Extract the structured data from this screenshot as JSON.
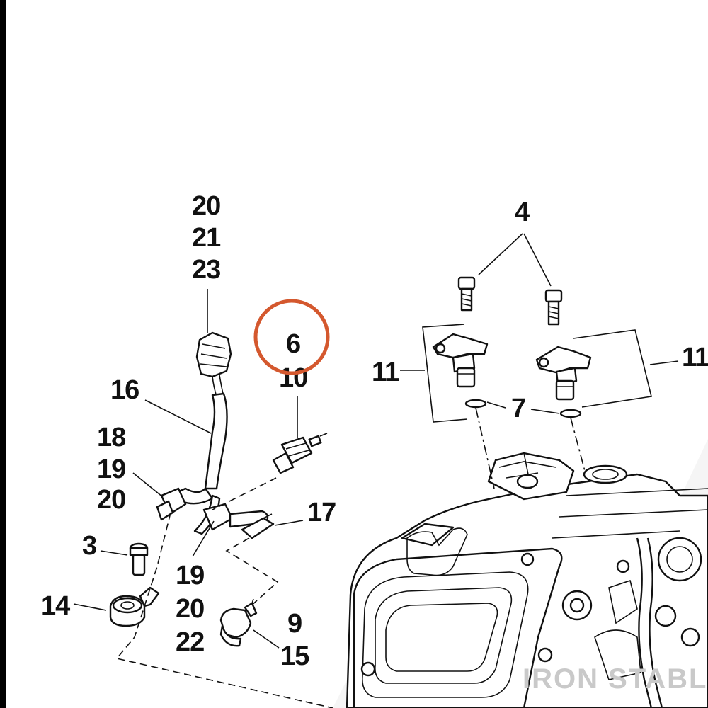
{
  "callouts": {
    "c20_21_23": [
      "20",
      "21",
      "23"
    ],
    "c16": "16",
    "c18_19_20": [
      "18",
      "19",
      "20"
    ],
    "c3": "3",
    "c14": "14",
    "c19_20_22": [
      "19",
      "20",
      "22"
    ],
    "c6_10": [
      "6",
      "10"
    ],
    "c17": "17",
    "c9_15": [
      "9",
      "15"
    ],
    "c4": "4",
    "c11_left": "11",
    "c11_right": "11",
    "c7": "7"
  },
  "highlight": {
    "target": "6",
    "color": "#d4582e"
  },
  "watermark": "IRON STABLE",
  "colors": {
    "line": "#111111",
    "background": "#ffffff",
    "watermark": "#c9c9c9"
  }
}
